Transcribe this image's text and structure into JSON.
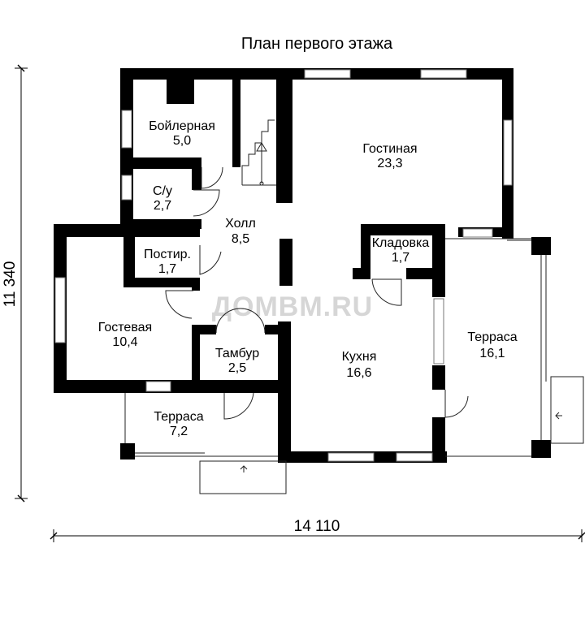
{
  "title": "План первого этажа",
  "dimensions": {
    "width": "14 110",
    "height": "11 340"
  },
  "watermark": "ДОМВМ.RU",
  "rooms": [
    {
      "id": "boiler",
      "name": "Бойлерная",
      "area": "5,0"
    },
    {
      "id": "living",
      "name": "Гостиная",
      "area": "23,3"
    },
    {
      "id": "wc",
      "name": "С/у",
      "area": "2,7"
    },
    {
      "id": "hall",
      "name": "Холл",
      "area": "8,5"
    },
    {
      "id": "laundry",
      "name": "Постир.",
      "area": "1,7"
    },
    {
      "id": "storage",
      "name": "Кладовка",
      "area": "1,7"
    },
    {
      "id": "guest",
      "name": "Гостевая",
      "area": "10,4"
    },
    {
      "id": "terrace-right",
      "name": "Терраса",
      "area": "16,1"
    },
    {
      "id": "vestibule",
      "name": "Тамбур",
      "area": "2,5"
    },
    {
      "id": "kitchen",
      "name": "Кухня",
      "area": "16,6"
    },
    {
      "id": "terrace-left",
      "name": "Терраса",
      "area": "7,2"
    }
  ]
}
